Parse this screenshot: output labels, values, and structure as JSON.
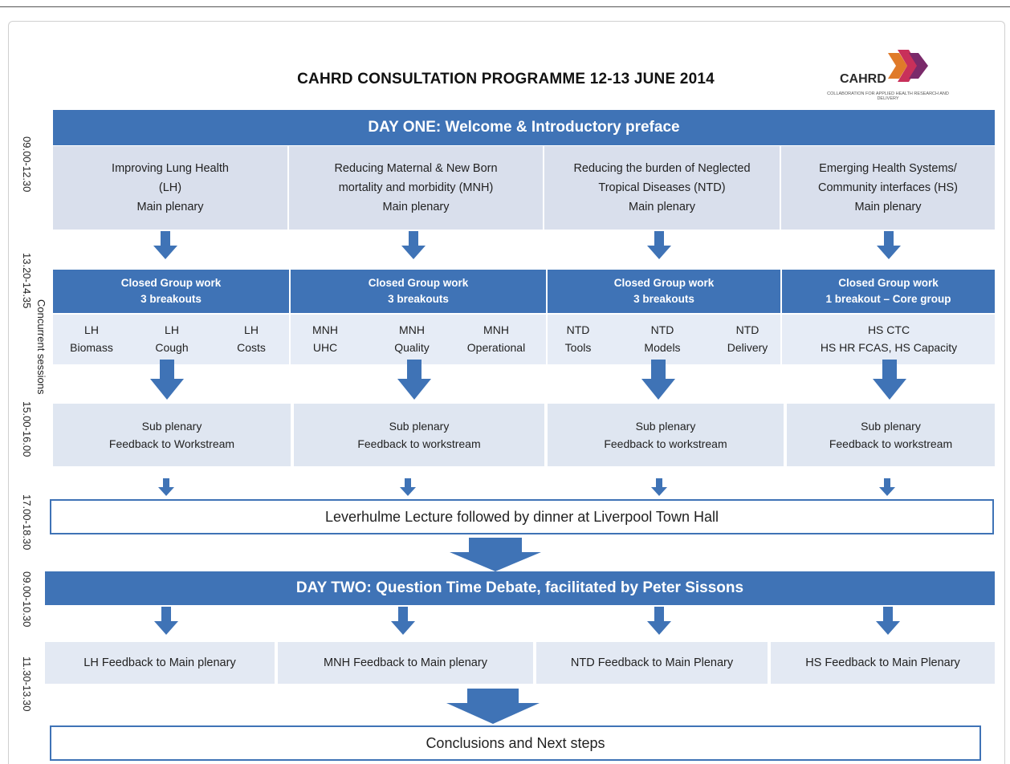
{
  "title": "CAHRD CONSULTATION PROGRAMME 12-13 JUNE 2014",
  "logo": {
    "name": "CAHRD",
    "tagline": "COLLABORATION FOR APPLIED HEALTH RESEARCH AND DELIVERY"
  },
  "colors": {
    "accent": "#3f73b6",
    "pale": "#d9dfec"
  },
  "times": {
    "t1": "09.00-12.30",
    "t2": "13.20-14.35",
    "t2b": "Concurrent sessions",
    "t3": "15.00-16.00",
    "t4": "17.00-18.30",
    "t5": "09.00-10.30",
    "t6": "11.30-13.30"
  },
  "day_one": "DAY ONE: Welcome & Introductory preface",
  "workstreams": [
    "Improving Lung Health\n(LH)\nMain plenary",
    "Reducing Maternal & New Born\nmortality and morbidity (MNH)\nMain plenary",
    "Reducing the burden of Neglected\nTropical Diseases (NTD)\nMain plenary",
    "Emerging Health Systems/\nCommunity interfaces  (HS)\nMain plenary"
  ],
  "closed_groups": [
    "Closed Group work\n3 breakouts",
    "Closed Group work\n3 breakouts",
    "Closed Group work\n3 breakouts",
    "Closed Group work\n1 breakout – Core group"
  ],
  "breakouts": {
    "lh": [
      "LH\nBiomass",
      "LH\nCough",
      "LH\nCosts"
    ],
    "mnh": [
      "MNH\nUHC",
      "MNH\nQuality",
      "MNH\nOperational"
    ],
    "ntd": [
      "NTD\nTools",
      "NTD\nModels",
      "NTD\nDelivery"
    ],
    "hs": "HS CTC\nHS HR FCAS, HS Capacity"
  },
  "sub_plenary": [
    "Sub plenary\nFeedback to Workstream",
    "Sub plenary\nFeedback to workstream",
    "Sub plenary\nFeedback to workstream",
    "Sub plenary\nFeedback to workstream"
  ],
  "lecture": "Leverhulme Lecture followed by dinner at Liverpool Town Hall",
  "day_two": "DAY TWO: Question Time Debate, facilitated by Peter Sissons",
  "feedback": [
    "LH Feedback to Main plenary",
    "MNH Feedback to Main plenary",
    "NTD Feedback to Main Plenary",
    "HS Feedback to Main Plenary"
  ],
  "conclusions": "Conclusions and Next steps"
}
